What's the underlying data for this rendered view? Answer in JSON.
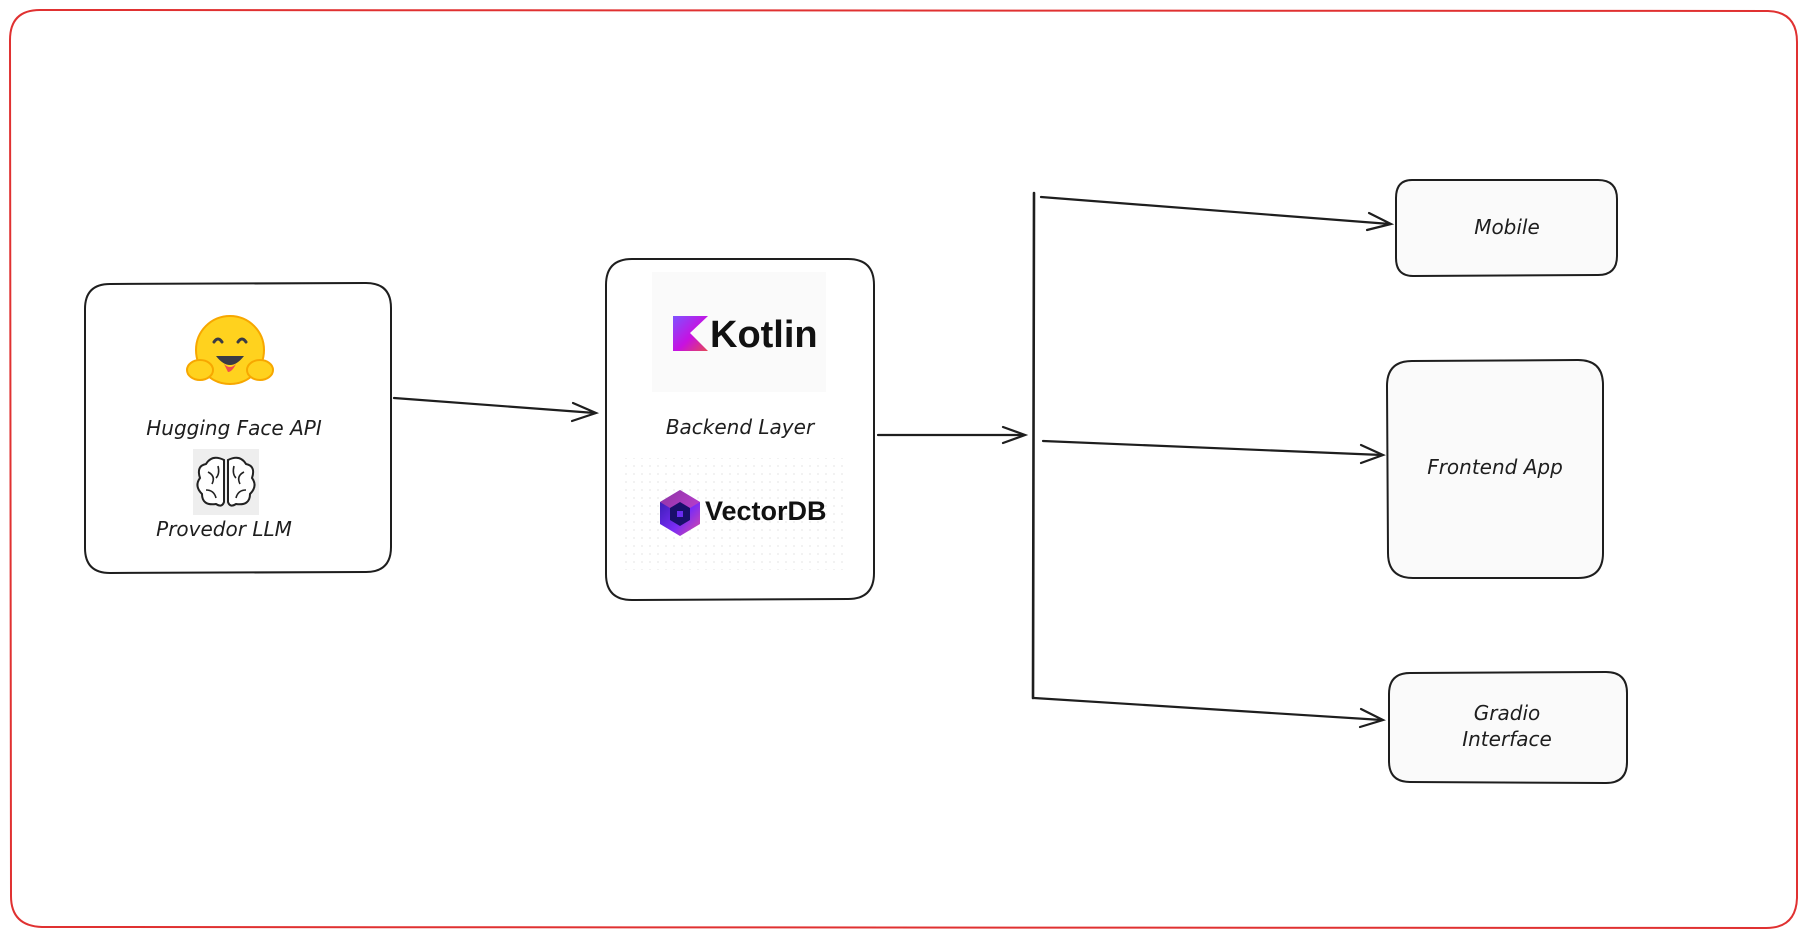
{
  "nodes": {
    "provider": {
      "label_top": "Hugging Face API",
      "label_bottom": "Provedor LLM",
      "icons": [
        "hugging-face-emoji-icon",
        "brain-icon"
      ]
    },
    "backend": {
      "logo_kotlin": "Kotlin",
      "label": "Backend Layer",
      "logo_vectordb": "VectorDB"
    },
    "mobile": {
      "label": "Mobile"
    },
    "frontend": {
      "label": "Frontend App"
    },
    "gradio": {
      "label_line1": "Gradio",
      "label_line2": "Interface"
    }
  },
  "colors": {
    "frame": "#e03131",
    "stroke": "#1e1e1e",
    "box_fill": "#fafafa",
    "kotlin_gradient": [
      "#7f52ff",
      "#e44857",
      "#c711e1"
    ],
    "vectordb_gradient": [
      "#1a0f6b",
      "#6a2cf0",
      "#e040a0"
    ]
  }
}
